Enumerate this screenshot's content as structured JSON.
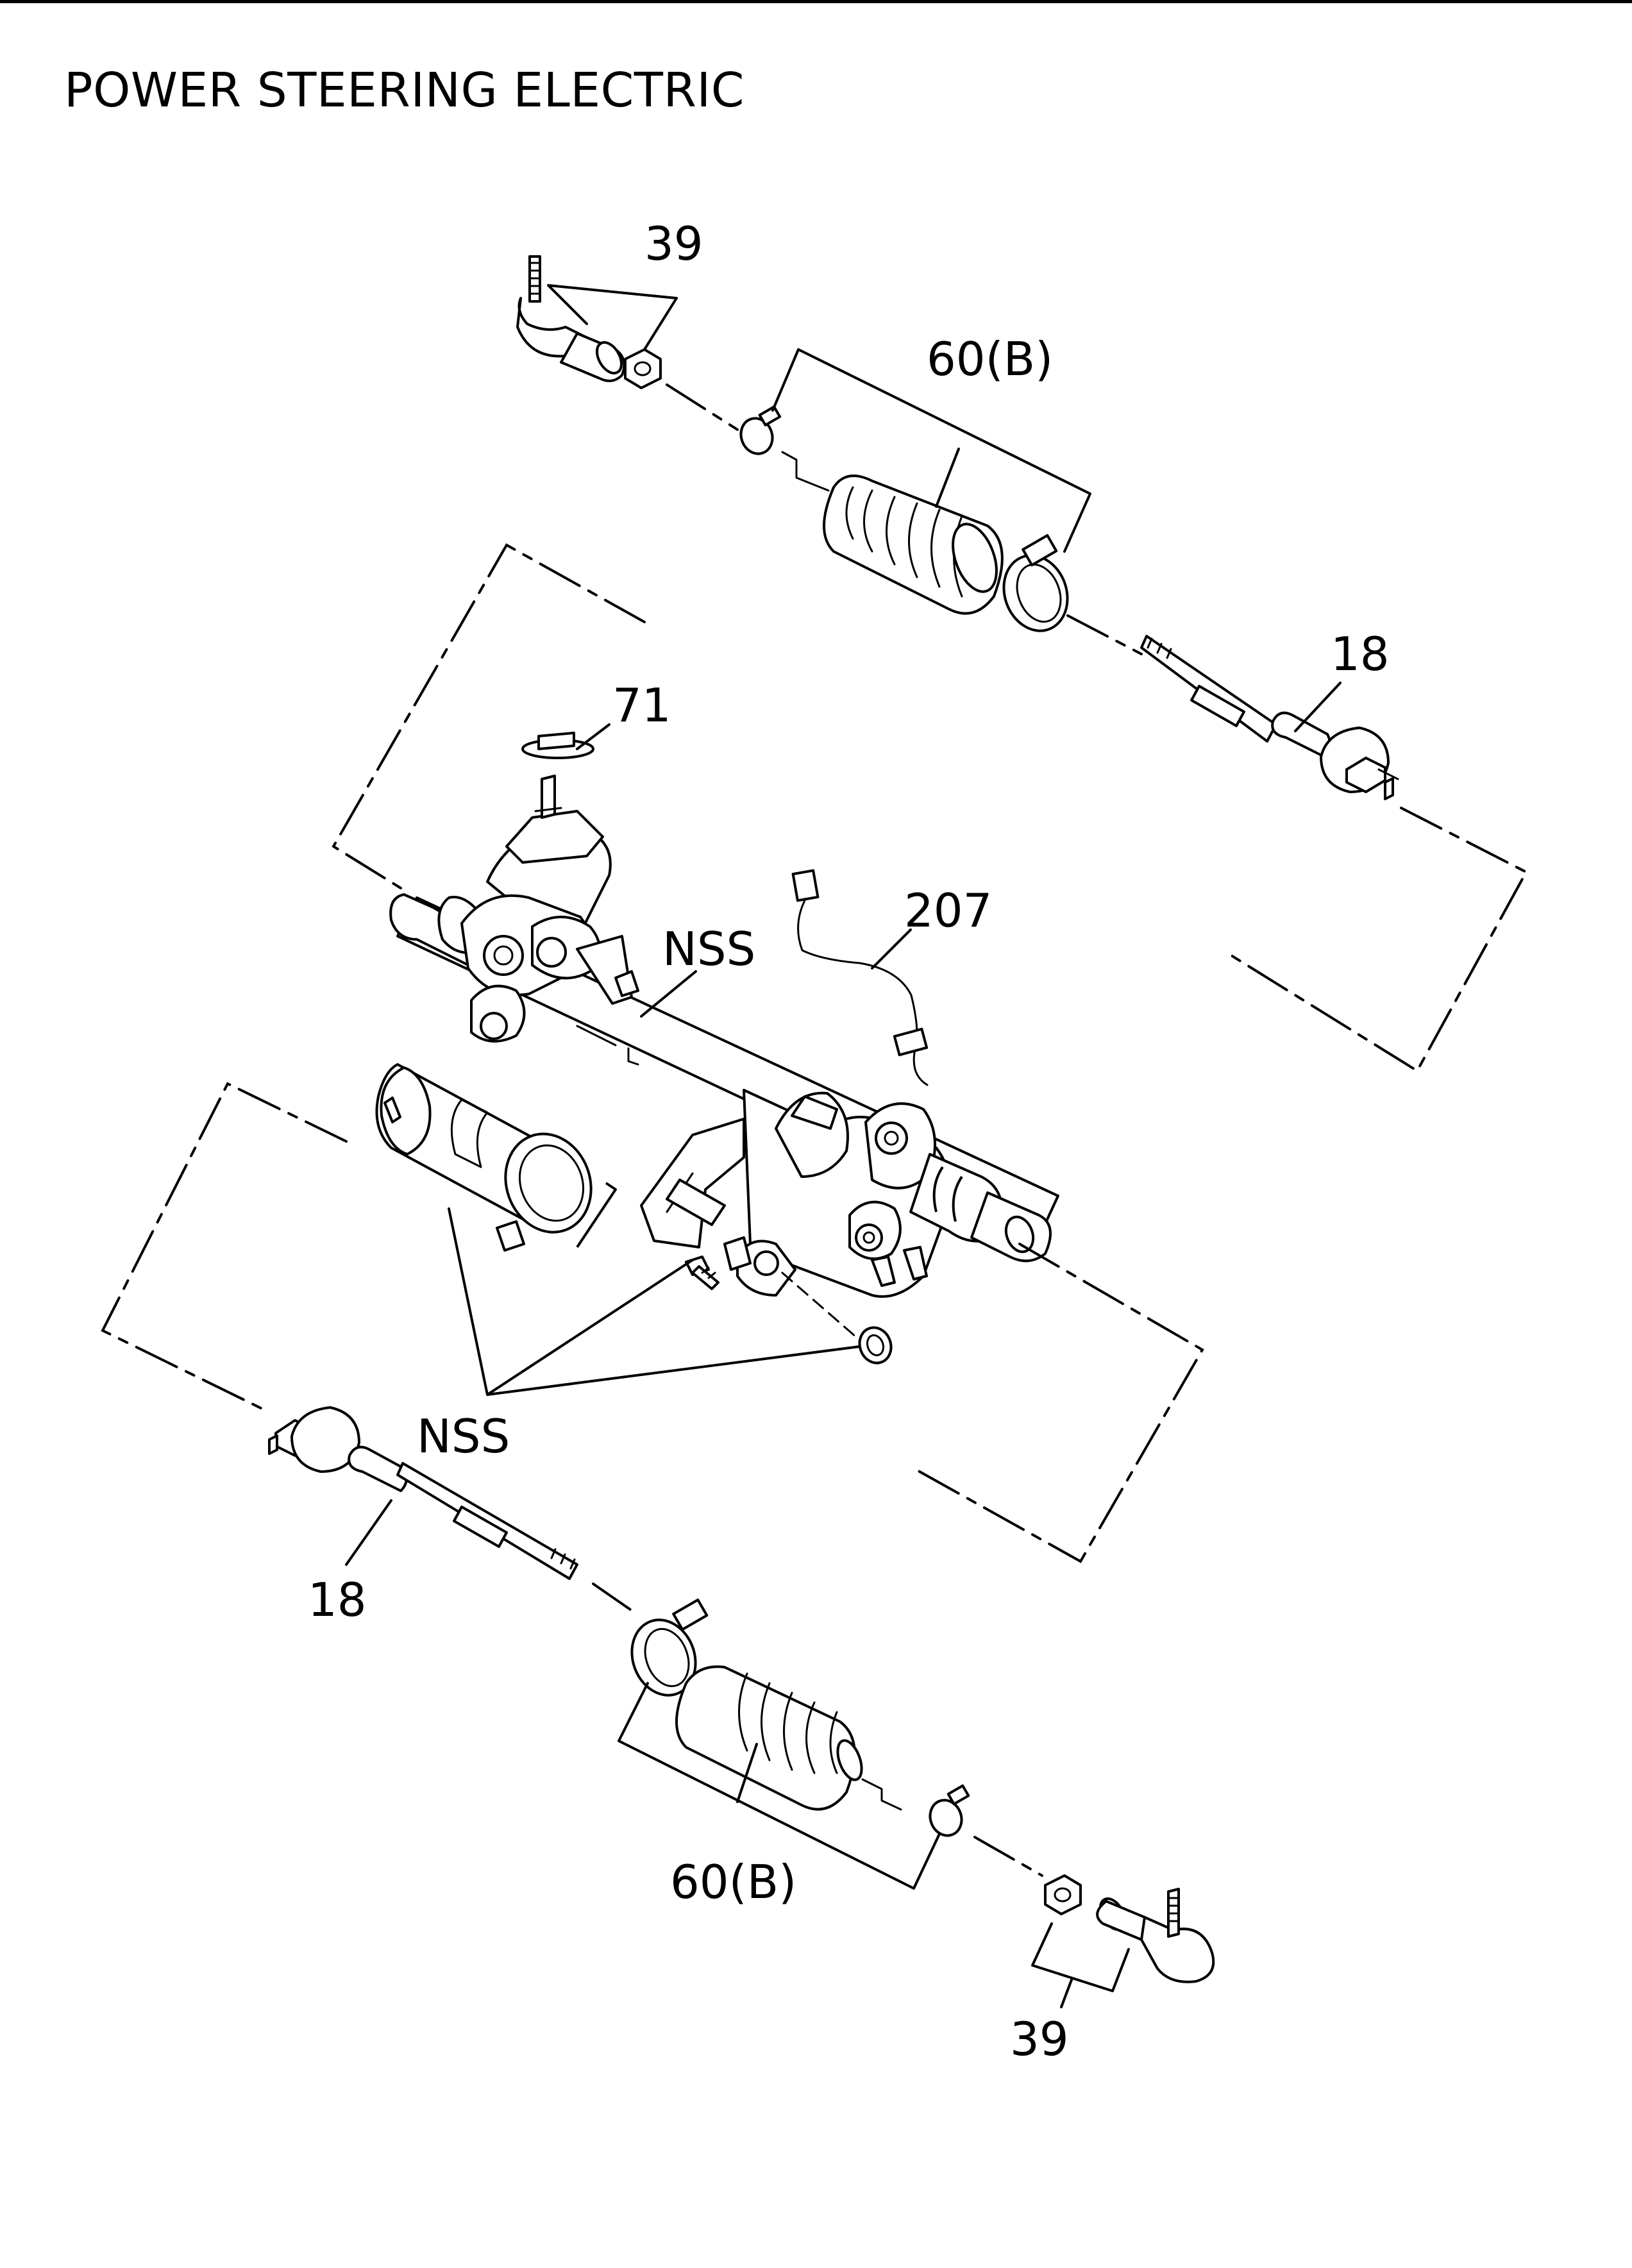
{
  "title": "POWER STEERING ELECTRIC",
  "callouts": {
    "tie_rod_end_upper": "39",
    "boot_kit_upper": "60(B)",
    "inner_tie_rod_upper": "18",
    "cap": "71",
    "harness": "207",
    "housing": "NSS",
    "fasteners": "NSS",
    "inner_tie_rod_lower": "18",
    "boot_kit_lower": "60(B)",
    "tie_rod_end_lower": "39"
  },
  "colors": {
    "line": "#000000",
    "background": "#ffffff"
  }
}
